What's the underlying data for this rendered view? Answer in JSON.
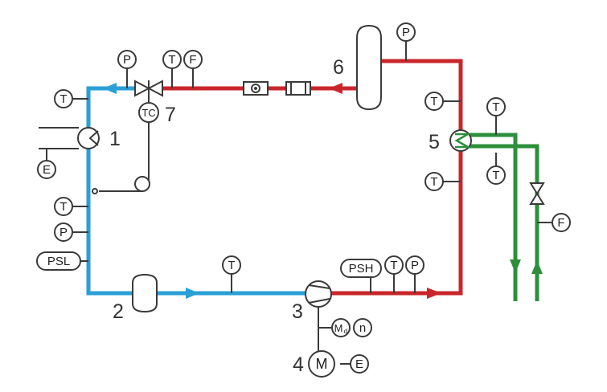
{
  "colors": {
    "low_pressure_pipe": "#2a9fd6",
    "high_pressure_pipe": "#c8262b",
    "water_pipe": "#2d8f3c",
    "instrument_line": "#3a3a3a"
  },
  "components": {
    "evaporator": "1",
    "receiver": "2",
    "compressor": "3",
    "motor": "4",
    "condenser": "5",
    "separator": "6",
    "expansion_valve": "7"
  },
  "instruments": {
    "temperature": "T",
    "pressure": "P",
    "flow": "F",
    "energy": "E",
    "pressure_switch_low": "PSL",
    "pressure_switch_high": "PSH",
    "temperature_controller": "TC",
    "torque": "M",
    "torque_subscript": "d",
    "speed": "n",
    "motor": "M"
  }
}
